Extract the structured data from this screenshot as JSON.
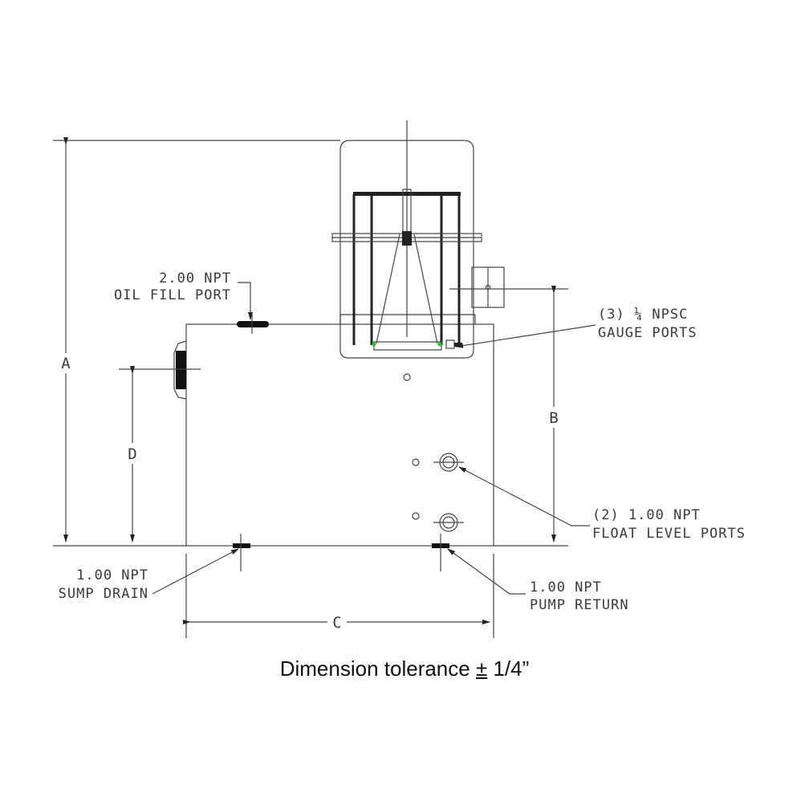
{
  "dimensions": {
    "a": "A",
    "b": "B",
    "c": "C",
    "d": "D"
  },
  "callouts": {
    "oil_fill": {
      "line1": "2.00 NPT",
      "line2": "OIL FILL PORT"
    },
    "gauge_ports": {
      "line1": "(3) ¼ NPSC",
      "line2": "GAUGE PORTS"
    },
    "float_level": {
      "line1": "(2) 1.00 NPT",
      "line2": "FLOAT LEVEL PORTS"
    },
    "pump_return": {
      "line1": "1.00 NPT",
      "line2": "PUMP RETURN"
    },
    "sump_drain": {
      "line1": "1.00 NPT",
      "line2": "SUMP DRAIN"
    }
  },
  "tolerance": {
    "prefix": "Dimension tolerance ",
    "symbol": "±",
    "value": " 1/4”"
  }
}
